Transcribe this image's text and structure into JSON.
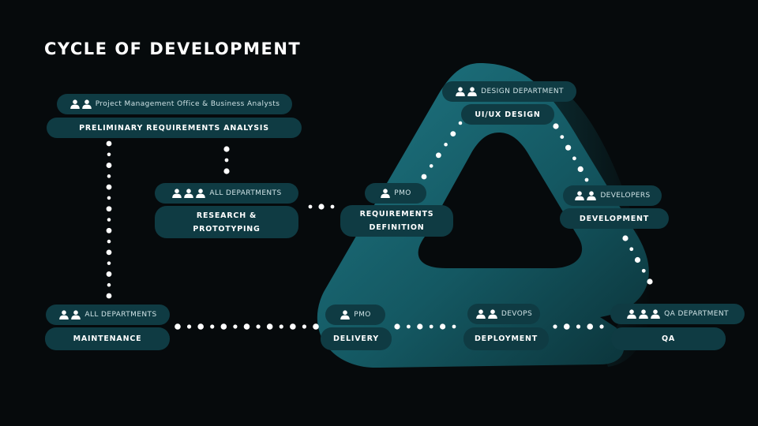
{
  "title": "CYCLE OF DEVELOPMENT",
  "colors": {
    "background": "#060a0c",
    "pill": "#0f3b43",
    "shape": "#1d6e7a",
    "dots": "#ffffff"
  },
  "nodes": [
    {
      "id": "pra",
      "department": "Project Management Office & Business Analysts",
      "dept_icon": "people-icon",
      "dept_icon_count": 2,
      "stage": "PRELIMINARY REQUIREMENTS ANALYSIS"
    },
    {
      "id": "research",
      "department": "ALL DEPARTMENTS",
      "dept_icon": "people-icon",
      "dept_icon_count": 3,
      "stage_line1": "RESEARCH &",
      "stage_line2": "PROTOTYPING"
    },
    {
      "id": "reqdef",
      "department": "PMO",
      "dept_icon": "person-icon",
      "dept_icon_count": 1,
      "stage_line1": "REQUIREMENTS",
      "stage_line2": "DEFINITION"
    },
    {
      "id": "design",
      "department": "DESIGN DEPARTMENT",
      "dept_icon": "people-icon",
      "dept_icon_count": 2,
      "stage": "UI/UX DESIGN"
    },
    {
      "id": "dev",
      "department": "DEVELOPERS",
      "dept_icon": "people-icon",
      "dept_icon_count": 2,
      "stage": "DEVELOPMENT"
    },
    {
      "id": "qa",
      "department": "QA DEPARTMENT",
      "dept_icon": "people-icon",
      "dept_icon_count": 3,
      "stage": "QA"
    },
    {
      "id": "deploy",
      "department": "DEVOPS",
      "dept_icon": "people-icon",
      "dept_icon_count": 2,
      "stage": "DEPLOYMENT"
    },
    {
      "id": "delivery",
      "department": "PMO",
      "dept_icon": "person-icon",
      "dept_icon_count": 1,
      "stage": "DELIVERY"
    },
    {
      "id": "maint",
      "department": "ALL DEPARTMENTS",
      "dept_icon": "people-icon",
      "dept_icon_count": 2,
      "stage": "MAINTENANCE"
    }
  ]
}
